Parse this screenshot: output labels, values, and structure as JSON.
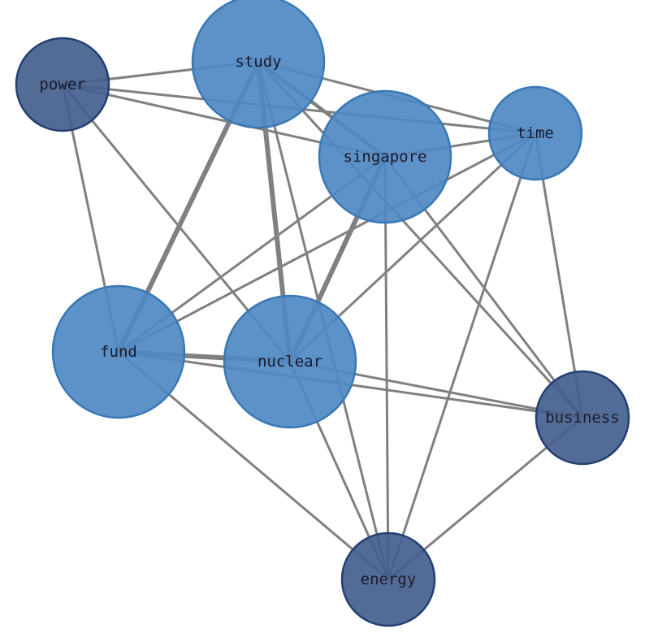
{
  "graph": {
    "nodes": [
      {
        "id": "study",
        "label": "study",
        "group": "light",
        "size": "large"
      },
      {
        "id": "power",
        "label": "power",
        "group": "dark",
        "size": "small"
      },
      {
        "id": "time",
        "label": "time",
        "group": "light",
        "size": "small"
      },
      {
        "id": "singapore",
        "label": "singapore",
        "group": "light",
        "size": "large"
      },
      {
        "id": "fund",
        "label": "fund",
        "group": "light",
        "size": "large"
      },
      {
        "id": "nuclear",
        "label": "nuclear",
        "group": "light",
        "size": "large"
      },
      {
        "id": "business",
        "label": "business",
        "group": "dark",
        "size": "small"
      },
      {
        "id": "energy",
        "label": "energy",
        "group": "dark",
        "size": "small"
      }
    ],
    "edges": [
      [
        "power",
        "study",
        1
      ],
      [
        "power",
        "time",
        1
      ],
      [
        "power",
        "singapore",
        1
      ],
      [
        "power",
        "fund",
        1
      ],
      [
        "power",
        "nuclear",
        1
      ],
      [
        "study",
        "time",
        1
      ],
      [
        "study",
        "singapore",
        2
      ],
      [
        "study",
        "fund",
        3
      ],
      [
        "study",
        "nuclear",
        3
      ],
      [
        "study",
        "business",
        1
      ],
      [
        "study",
        "energy",
        1
      ],
      [
        "singapore",
        "time",
        1
      ],
      [
        "singapore",
        "fund",
        1
      ],
      [
        "singapore",
        "nuclear",
        3
      ],
      [
        "singapore",
        "business",
        1
      ],
      [
        "singapore",
        "energy",
        1
      ],
      [
        "time",
        "fund",
        1
      ],
      [
        "time",
        "nuclear",
        1
      ],
      [
        "time",
        "business",
        1
      ],
      [
        "time",
        "energy",
        1
      ],
      [
        "fund",
        "nuclear",
        3
      ],
      [
        "fund",
        "business",
        1
      ],
      [
        "fund",
        "energy",
        1
      ],
      [
        "nuclear",
        "business",
        1
      ],
      [
        "nuclear",
        "energy",
        1
      ],
      [
        "business",
        "energy",
        1
      ]
    ]
  },
  "colors": {
    "light_fill": "#4f89c3",
    "light_stroke": "#3a78b5",
    "dark_fill": "#445f8e",
    "dark_stroke": "#263f72",
    "edge": "#808080"
  }
}
